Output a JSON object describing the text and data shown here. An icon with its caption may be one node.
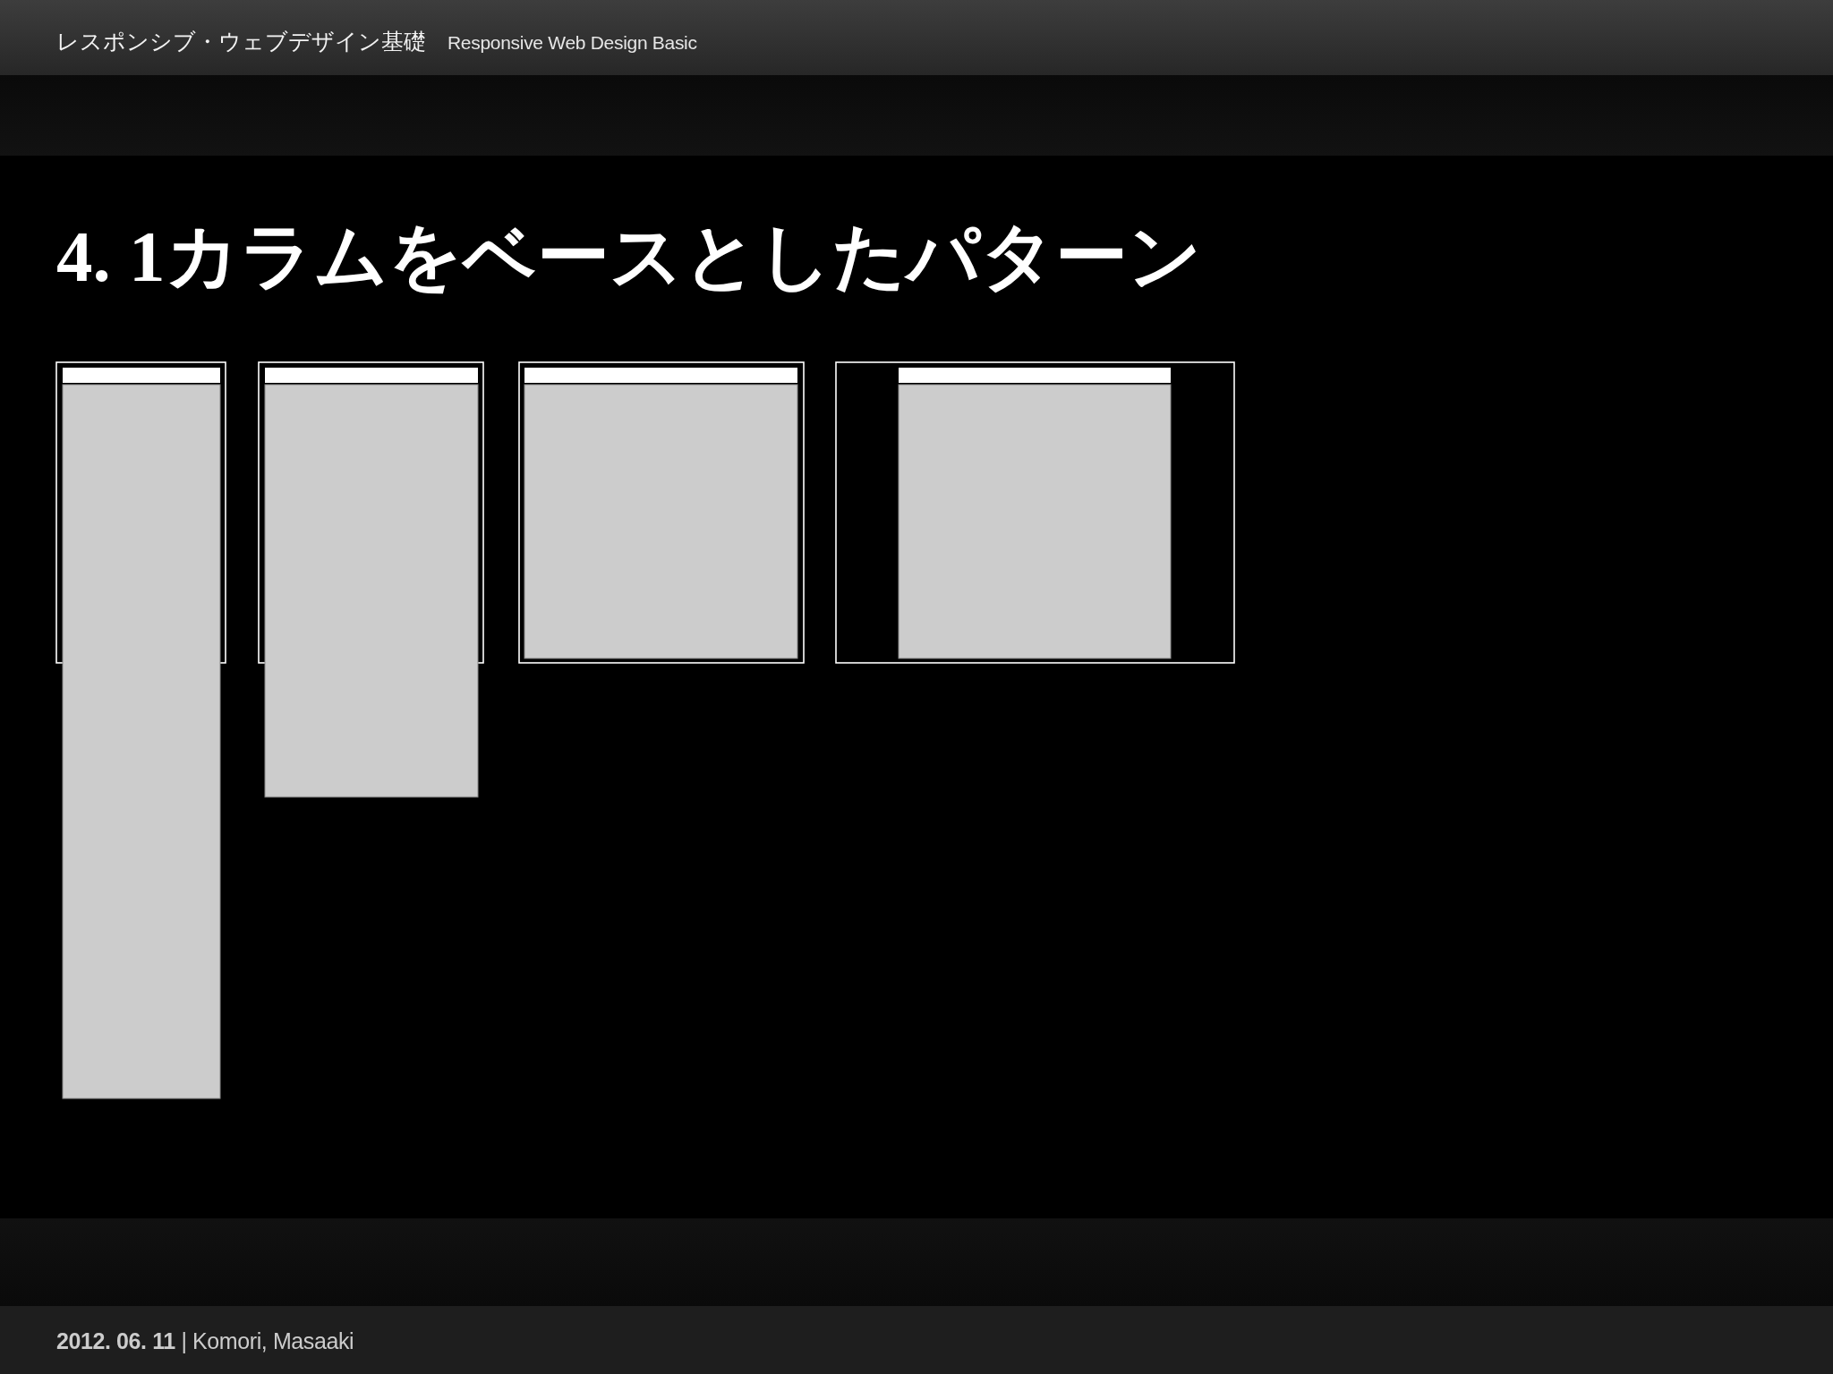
{
  "diagram": {
    "title": "4. 1カラムをベースとしたパターン",
    "labels": [
      "レスポンシブ・ウェブデザイン基礎",
      "Responsive Web Design Basic",
      "**2012. 06. 11** | Komori, Masaaki"
    ]
  }
}
